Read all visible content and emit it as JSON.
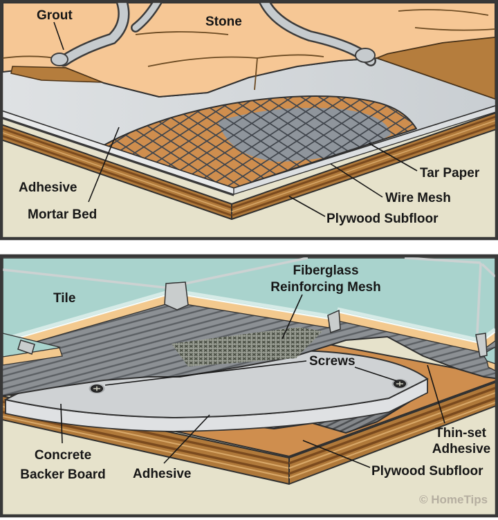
{
  "diagram": {
    "credit": "© HomeTips",
    "panel_stone": {
      "labels": {
        "grout": "Grout",
        "stone": "Stone",
        "adhesive": "Adhesive",
        "mortar_bed": "Mortar Bed",
        "tar_paper": "Tar Paper",
        "wire_mesh": "Wire Mesh",
        "plywood_subfloor": "Plywood Subfloor"
      }
    },
    "panel_tile": {
      "labels": {
        "tile": "Tile",
        "fiberglass_mesh_line1": "Fiberglass",
        "fiberglass_mesh_line2": "Reinforcing Mesh",
        "screws": "Screws",
        "concrete_backer_line1": "Concrete",
        "concrete_backer_line2": "Backer Board",
        "adhesive": "Adhesive",
        "thin_set_line1": "Thin-set",
        "thin_set_line2": "Adhesive",
        "plywood_subfloor": "Plywood Subfloor"
      }
    },
    "colors": {
      "stone": "#f6c795",
      "grout": "#c6cbce",
      "mortar_bed": "#d3d6d9",
      "tar_paper": "#8f959c",
      "plywood_top": "#cf8e4e",
      "plywood_edge": "#b0793a",
      "background_beige": "#e6e2cb",
      "tile": "#a9d3cd",
      "tile_edge": "#f3c98e",
      "thin_set": "#8c9094",
      "backer_board": "#cfd2d4",
      "adhesive": "#85888b",
      "frame": "#383838",
      "label_text": "#161616",
      "credit_text": "#b5aea0"
    }
  }
}
